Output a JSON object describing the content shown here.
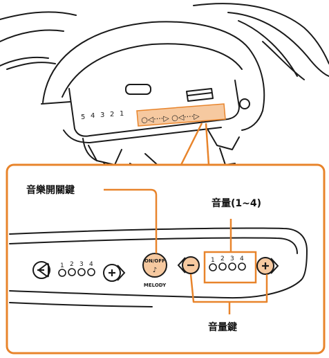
{
  "labels": {
    "melody_switch": "音樂開關鍵",
    "volume_level": "音量(1~4)",
    "volume_keys": "音量鍵"
  },
  "device": {
    "onoff_button": "ON/OFF",
    "melody_text": "MELODY",
    "note_glyph": "♪",
    "left_levels": [
      "1",
      "2",
      "3",
      "4"
    ],
    "right_levels": [
      "1",
      "2",
      "3",
      "4"
    ],
    "minus_glyph": "−",
    "plus_glyph": "+",
    "top_levels": [
      "5",
      "4",
      "3",
      "2",
      "1"
    ],
    "top_row_strip": "○◁····▷ ○◁····▷"
  },
  "colors": {
    "accent": "#e8842b",
    "accent_light": "#f6c9a0",
    "line": "#1a1a1a"
  }
}
